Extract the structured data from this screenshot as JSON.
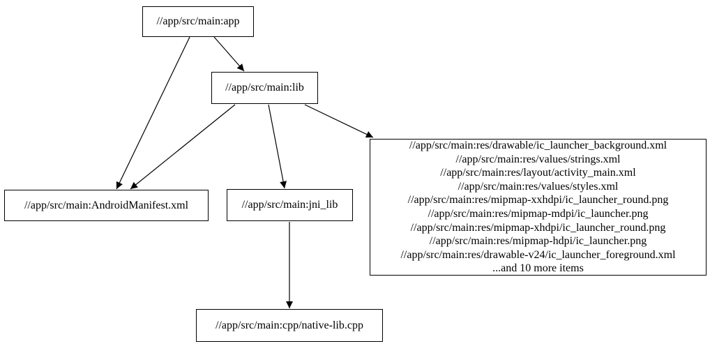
{
  "colors": {
    "background": "#ffffff",
    "node_fill": "#ffffff",
    "node_border": "#000000",
    "text": "#000000",
    "edge": "#000000"
  },
  "nodes": {
    "app": {
      "label": "//app/src/main:app"
    },
    "lib": {
      "label": "//app/src/main:lib"
    },
    "android_manifest": {
      "label": "//app/src/main:AndroidManifest.xml"
    },
    "jni_lib": {
      "label": "//app/src/main:jni_lib"
    },
    "res_group": {
      "lines": [
        "//app/src/main:res/drawable/ic_launcher_background.xml",
        "//app/src/main:res/values/strings.xml",
        "//app/src/main:res/layout/activity_main.xml",
        "//app/src/main:res/values/styles.xml",
        "//app/src/main:res/mipmap-xxhdpi/ic_launcher_round.png",
        "//app/src/main:res/mipmap-mdpi/ic_launcher.png",
        "//app/src/main:res/mipmap-xhdpi/ic_launcher_round.png",
        "//app/src/main:res/mipmap-hdpi/ic_launcher.png",
        "//app/src/main:res/drawable-v24/ic_launcher_foreground.xml",
        "...and 10 more items"
      ]
    },
    "native_lib": {
      "label": "//app/src/main:cpp/native-lib.cpp"
    }
  },
  "edges": [
    {
      "from": "app",
      "to": "lib"
    },
    {
      "from": "app",
      "to": "android_manifest"
    },
    {
      "from": "lib",
      "to": "android_manifest"
    },
    {
      "from": "lib",
      "to": "jni_lib"
    },
    {
      "from": "lib",
      "to": "res_group"
    },
    {
      "from": "jni_lib",
      "to": "native_lib"
    }
  ]
}
